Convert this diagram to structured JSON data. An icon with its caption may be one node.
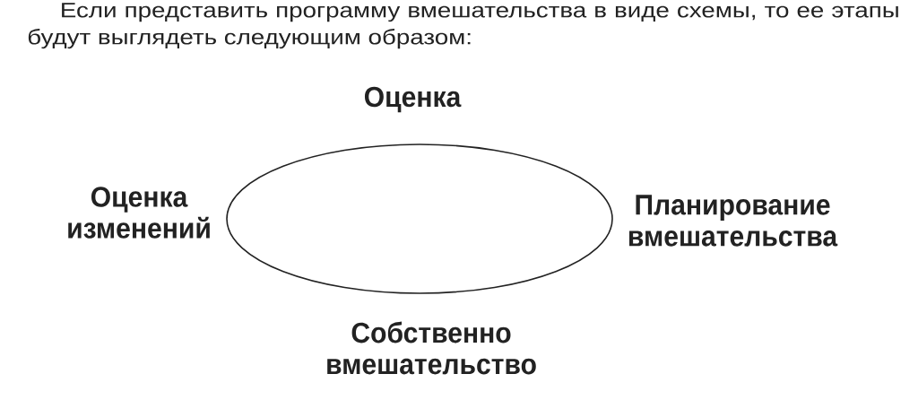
{
  "diagram": {
    "nodes": [
      {
        "text": [],
        "shape": "ellipse",
        "beside": [
          "Оценка",
          "Планирование вмешательства",
          "Собственно вмешательство",
          "Оценка изменений"
        ]
      }
    ],
    "labels": [
      "Если представить программу вмешательства в виде схемы, то ее этапы будут выглядеть следующим образом:"
    ]
  }
}
